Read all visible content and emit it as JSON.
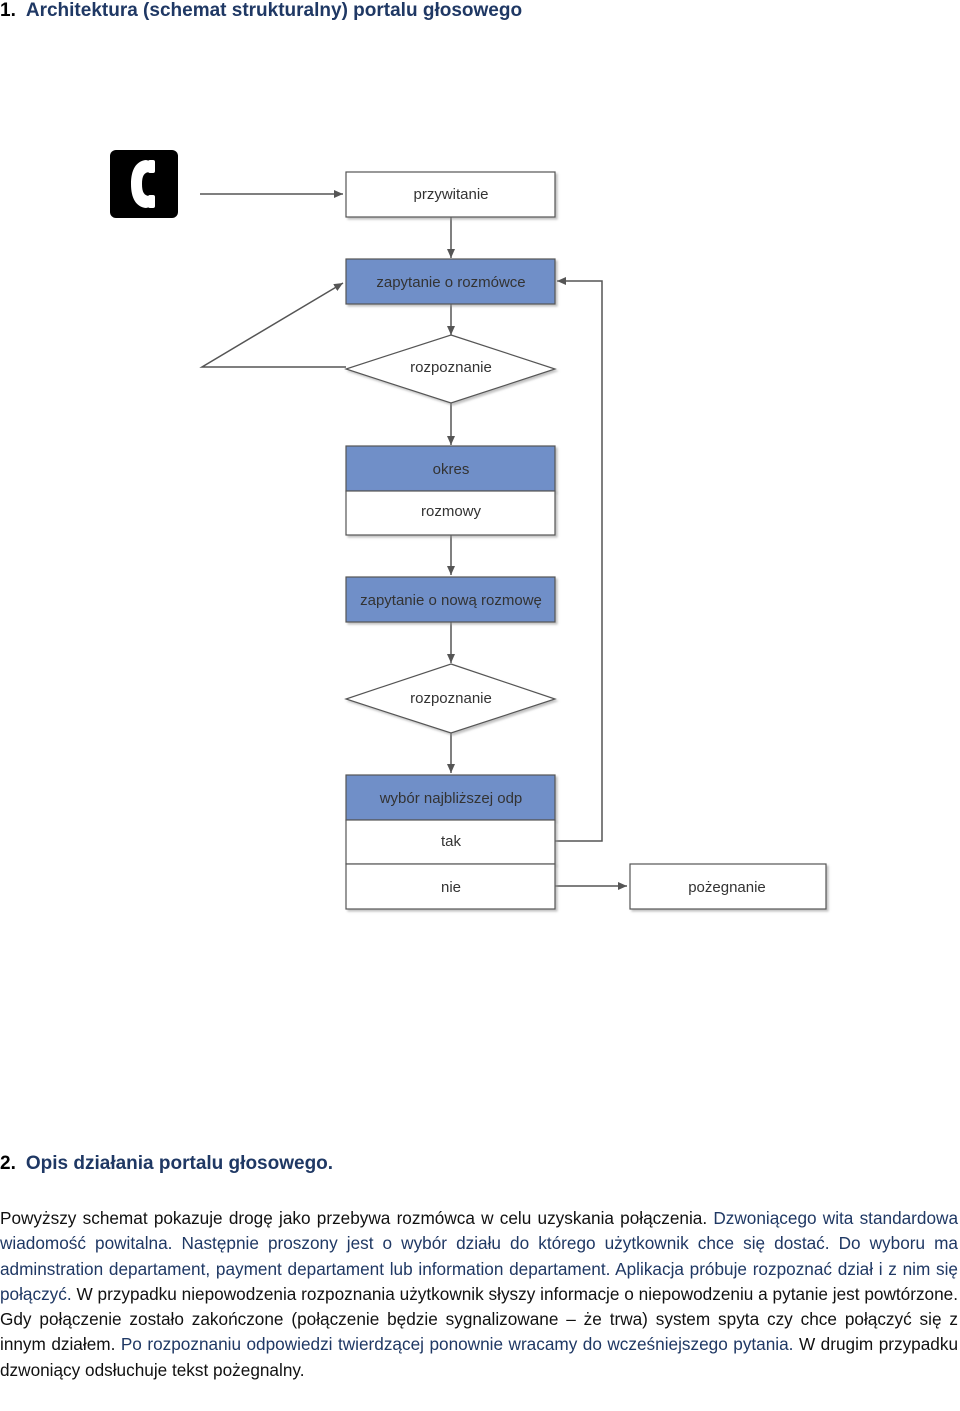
{
  "section1": {
    "number": "1.",
    "title": "Architektura (schemat strukturalny) portalu głosowego"
  },
  "diagram": {
    "icon": "phone-icon",
    "colors": {
      "blue_fill": "#6f8fc8",
      "white_fill": "#ffffff",
      "stroke": "#555555",
      "arrow": "#555555"
    },
    "nodes": {
      "greeting": "przywitanie",
      "ask_caller": "zapytanie o rozmówce",
      "recognition_1": "rozpoznanie",
      "period": "okres",
      "call": "rozmowy",
      "ask_new_call": "zapytanie o nową rozmowę",
      "recognition_2": "rozpoznanie",
      "choose_answer": "wybór najbliższej odp",
      "yes": "tak",
      "no": "nie",
      "goodbye": "pożegnanie"
    }
  },
  "section2": {
    "number": "2.",
    "title": "Opis działania portalu głosowego.",
    "paragraph_part1": "Powyższy schemat pokazuje drogę jako przebywa rozmówca w celu uzyskania połączenia. ",
    "paragraph_part2": "Dzwoniącego wita standardowa wiadomość powitalna. Następnie proszony jest o wybór działu do którego użytkownik chce się dostać. Do wyboru ma adminstration departament, payment departament lub information departament. Aplikacja próbuje rozpoznać dział i z nim się połączyć. ",
    "paragraph_part3": "W przypadku niepowodzenia rozpoznania użytkownik słyszy informacje o niepowodzeniu a pytanie jest powtórzone. ",
    "paragraph_part4": "Gdy połączenie zostało zakończone (połączenie będzie sygnalizowane – że trwa) system spyta czy chce połączyć się z innym działem. ",
    "paragraph_part5": "Po rozpoznaniu odpowiedzi twierdzącej ponownie wracamy do wcześniejszego pytania. ",
    "paragraph_part6": "W drugim przypadku dzwoniący odsłuchuje tekst pożegnalny."
  }
}
